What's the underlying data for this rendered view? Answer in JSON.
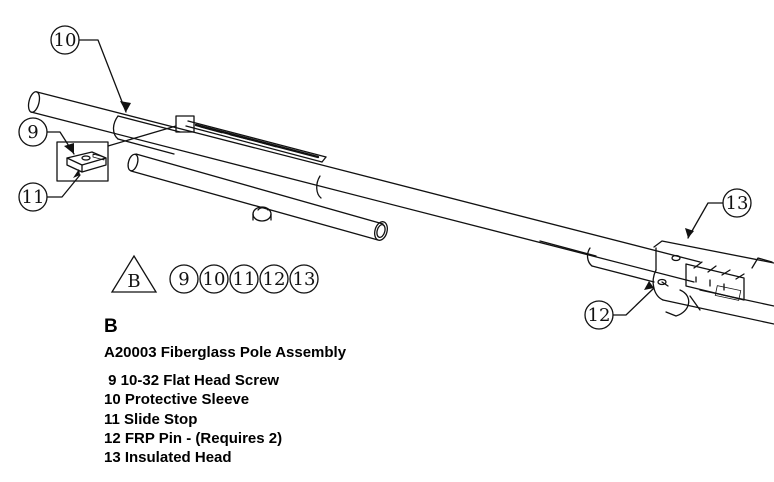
{
  "callouts": [
    {
      "id": "c10",
      "label": "10"
    },
    {
      "id": "c9",
      "label": "9"
    },
    {
      "id": "c11",
      "label": "11"
    },
    {
      "id": "c13",
      "label": "13"
    },
    {
      "id": "c12",
      "label": "12"
    }
  ],
  "kit": {
    "letter": "B",
    "items": [
      "9",
      "10",
      "11",
      "12",
      "13"
    ]
  },
  "legend": {
    "letter": "B",
    "title": "A20003 Fiberglass Pole Assembly",
    "parts": [
      " 9 10-32 Flat Head Screw",
      "10 Protective Sleeve",
      "11 Slide Stop",
      "12 FRP Pin - (Requires 2)",
      "13 Insulated Head"
    ]
  }
}
